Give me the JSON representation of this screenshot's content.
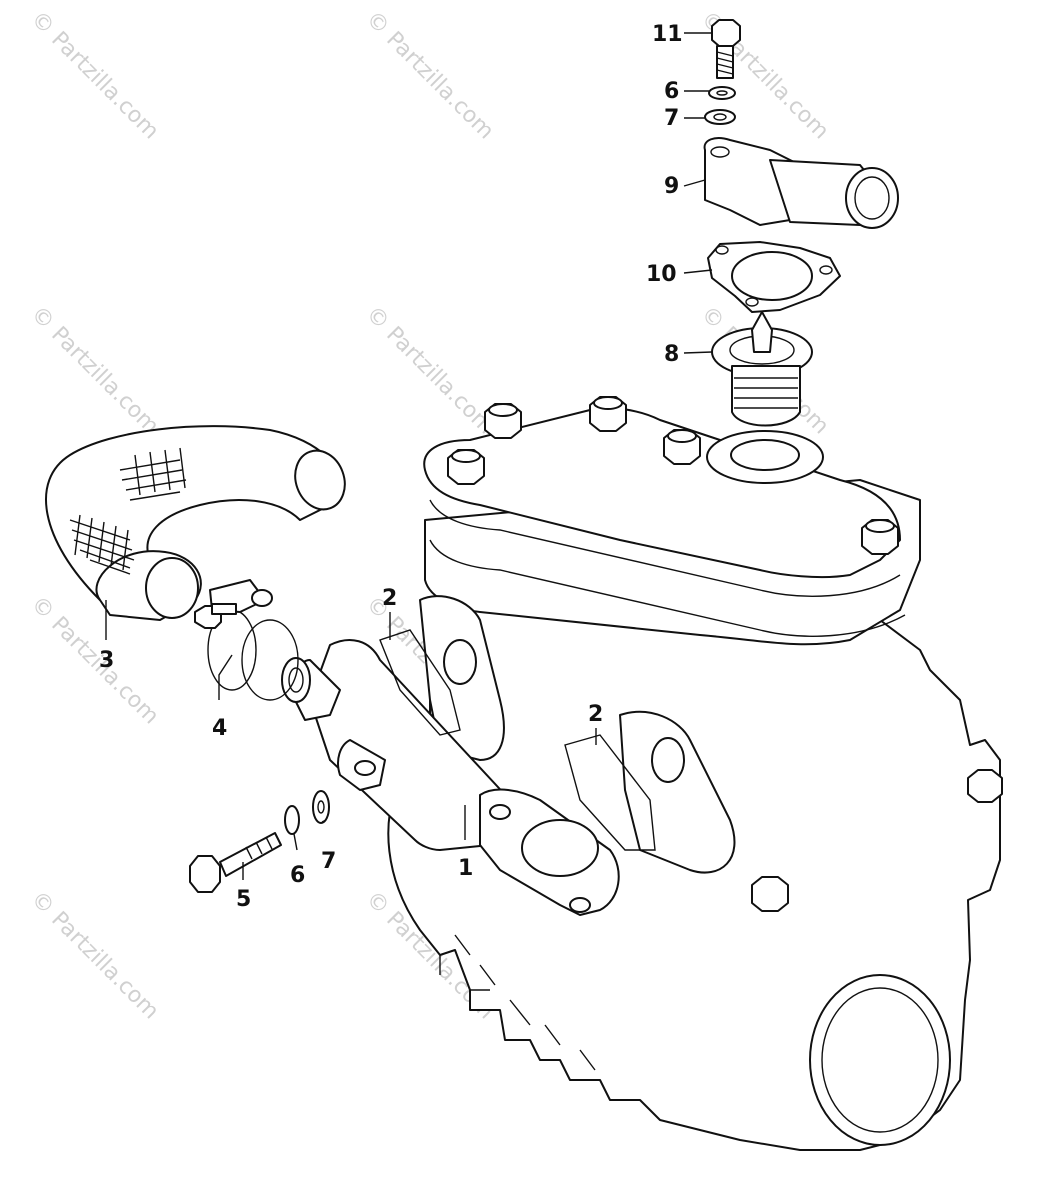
{
  "watermark": "© Partzilla.com",
  "callouts": {
    "c1": "1",
    "c2a": "2",
    "c2b": "2",
    "c3": "3",
    "c4": "4",
    "c5": "5",
    "c6a": "6",
    "c6b": "6",
    "c7a": "7",
    "c7b": "7",
    "c8": "8",
    "c9": "9",
    "c10": "10",
    "c11": "11"
  }
}
